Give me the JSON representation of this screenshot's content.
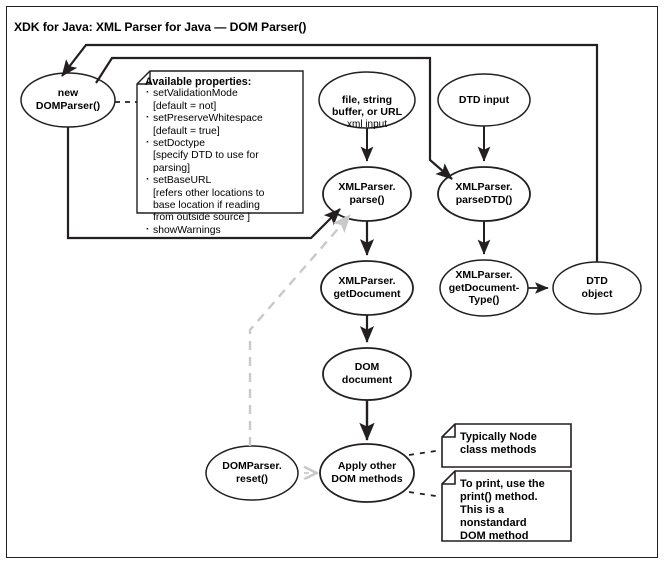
{
  "title": "XDK for Java: XML Parser for Java — DOM Parser()",
  "colors": {
    "stroke": "#231f20",
    "background": "#ffffff",
    "text": "#000000",
    "dashed_feedback": "#c9c9c9"
  },
  "nodes": [
    {
      "id": "new-domparser",
      "label": "new\nDOMParser()",
      "shape": "ellipse"
    },
    {
      "id": "xml-input",
      "label": "file, string\nbuffer, or URL",
      "sublabel": "xml input",
      "shape": "ellipse"
    },
    {
      "id": "dtd-input",
      "label": "DTD input",
      "shape": "ellipse"
    },
    {
      "id": "xmlparser-parse",
      "label": "XMLParser.\nparse()",
      "shape": "ellipse"
    },
    {
      "id": "xmlparser-parsedtd",
      "label": "XMLParser.\nparseDTD()",
      "shape": "ellipse"
    },
    {
      "id": "xmlparser-getdocument",
      "label": "XMLParser.\ngetDocument",
      "shape": "ellipse"
    },
    {
      "id": "xmlparser-getdocumenttype",
      "label": "XMLParser.\ngetDocument-\nType()",
      "shape": "ellipse"
    },
    {
      "id": "dtd-object",
      "label": "DTD\nobject",
      "shape": "ellipse"
    },
    {
      "id": "dom-document",
      "label": "DOM\ndocument",
      "shape": "ellipse"
    },
    {
      "id": "apply-other-dom-methods",
      "label": "Apply other\nDOM methods",
      "shape": "ellipse"
    },
    {
      "id": "domparser-reset",
      "label": "DOMParser.\nreset()",
      "shape": "ellipse"
    }
  ],
  "notes": {
    "properties": {
      "heading": "Available properties:",
      "items": [
        "setValidationMode\n[default = not]",
        "setPreserveWhitespace\n[default = true]",
        "setDoctype\n[specify DTD to use for\nparsing]",
        "setBaseURL\n[refers other locations to\nbase location if reading\nfrom outside source ]",
        "showWarnings"
      ]
    },
    "node_methods": {
      "text": "Typically Node\nclass methods"
    },
    "print_method": {
      "text": "To print, use the\nprint() method.\nThis is a\nnonstandard\nDOM method"
    }
  }
}
